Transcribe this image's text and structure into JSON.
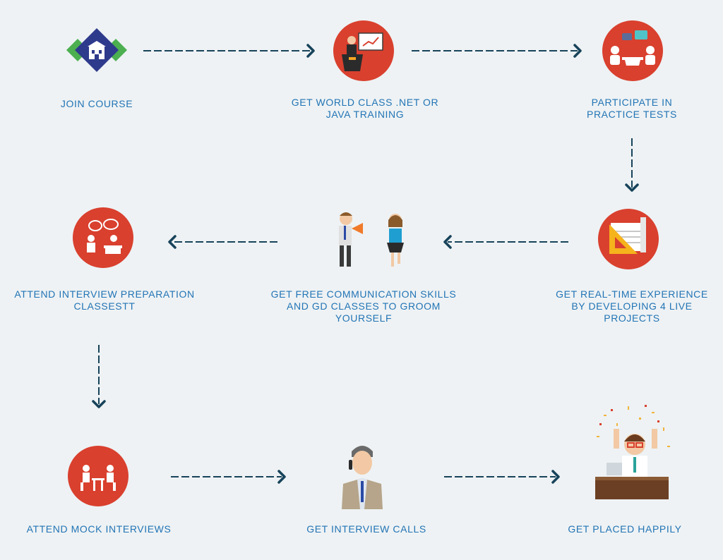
{
  "steps": [
    {
      "id": "join",
      "label": "JOIN COURSE"
    },
    {
      "id": "training",
      "label": "GET WORLD CLASS .NET OR\nJAVA TRAINING"
    },
    {
      "id": "tests",
      "label": "PARTICIPATE IN\nPRACTICE TESTS"
    },
    {
      "id": "projects",
      "label": "GET REAL-TIME EXPERIENCE\nBY DEVELOPING 4 LIVE\nPROJECTS"
    },
    {
      "id": "communication",
      "label": "GET FREE COMMUNICATION SKILLS\nAND GD CLASSES TO GROOM\nYOURSELF"
    },
    {
      "id": "interview_prep",
      "label": "ATTEND INTERVIEW PREPARATION\nCLASSESTT"
    },
    {
      "id": "mock",
      "label": "ATTEND MOCK INTERVIEWS"
    },
    {
      "id": "calls",
      "label": "GET INTERVIEW CALLS"
    },
    {
      "id": "placed",
      "label": "GET PLACED HAPPILY"
    }
  ],
  "colors": {
    "circle": "#d9402e",
    "label": "#2274b5",
    "arrow": "#17435a",
    "background": "#eef2f4"
  }
}
